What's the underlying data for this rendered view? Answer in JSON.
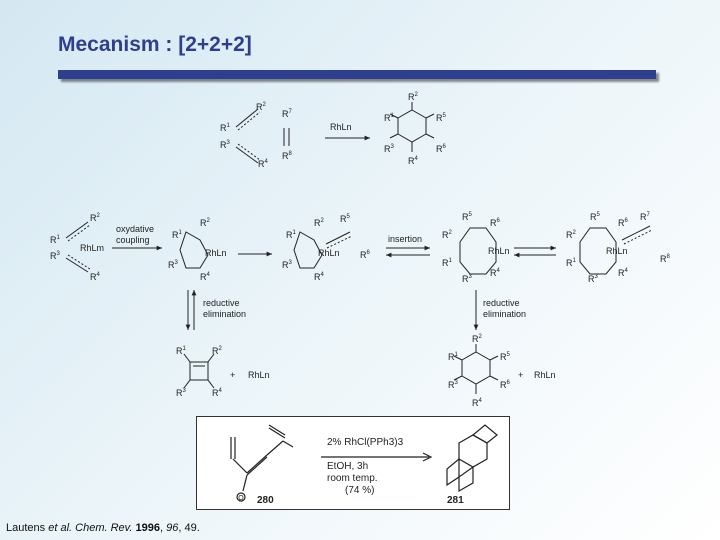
{
  "slide": {
    "title": "Mecanism : [2+2+2]"
  },
  "scheme": {
    "labels": {
      "oxidative": "oxydative",
      "coupling": "coupling",
      "insertion": "insertion",
      "reductive": "reductive",
      "elimination": "elimination",
      "plus": "+"
    },
    "rh_labels": {
      "rh_ln": "RhLn",
      "rh_lm": "RhLm",
      "rh_n2": "RhLn"
    }
  },
  "example": {
    "conditions": {
      "catalyst": "2% RhCl(PPh3)3",
      "solvent": "EtOH, 3h",
      "temp": "room temp.",
      "yield": "(74 %)"
    },
    "compound_start": "280",
    "compound_product": "281"
  },
  "citation": {
    "authors": "Lautens",
    "etal": "et al.",
    "journal": "Chem. Rev.",
    "year": "1996",
    "volume": "96",
    "pages": "49."
  }
}
